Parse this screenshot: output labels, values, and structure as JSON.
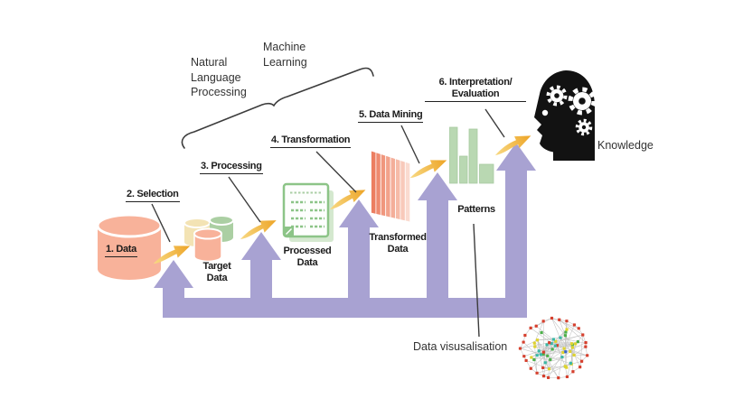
{
  "labels": {
    "step1": "1. Data",
    "step2": "2. Selection",
    "step3": "3. Processing",
    "step4": "4. Transformation",
    "step5": "5. Data Mining",
    "step6": "6. Interpretation/\nEvaluation",
    "target_data": "Target\nData",
    "processed_data": "Processed\nData",
    "transformed_data": "Transformed\nData",
    "patterns": "Patterns",
    "knowledge": "Knowledge",
    "nlp": "Natural\nLanguage\nProcessing",
    "machine_learning": "Machine\nLearning",
    "data_visualisation": "Data visusalisation"
  },
  "colors": {
    "purple": "#a8a2d2",
    "arrow_yellow": "#eda426",
    "arrow_yellow_light": "#f8da85",
    "salmon": "#f8b29a",
    "cream": "#f3e3b4",
    "cylinder_green": "#abcfa3",
    "doc_green": "#8cc487",
    "slat_dark": "#ec7e61",
    "slat_light": "#fadbd0",
    "chart_green": "#b9d8b2",
    "head": "#121212",
    "leader_line": "#3c3c3c",
    "network_edge": "#c2c2c2",
    "network_palette": [
      "#d6402e",
      "#4db04a",
      "#3bb8a6",
      "#dfd32f",
      "#3b66c4"
    ]
  },
  "icons": {
    "step1": "database-cylinder-icon",
    "target_data": "small-cylinders-icon",
    "processed_data": "data-table-icon",
    "transformed_data": "slat-stack-icon",
    "patterns": "bar-chart-icon",
    "knowledge": "head-with-gears-icon",
    "data_visualisation": "network-graph-icon",
    "flow": "yellow-swoosh-arrow-icon",
    "staircase": "purple-step-arrow-icon"
  }
}
